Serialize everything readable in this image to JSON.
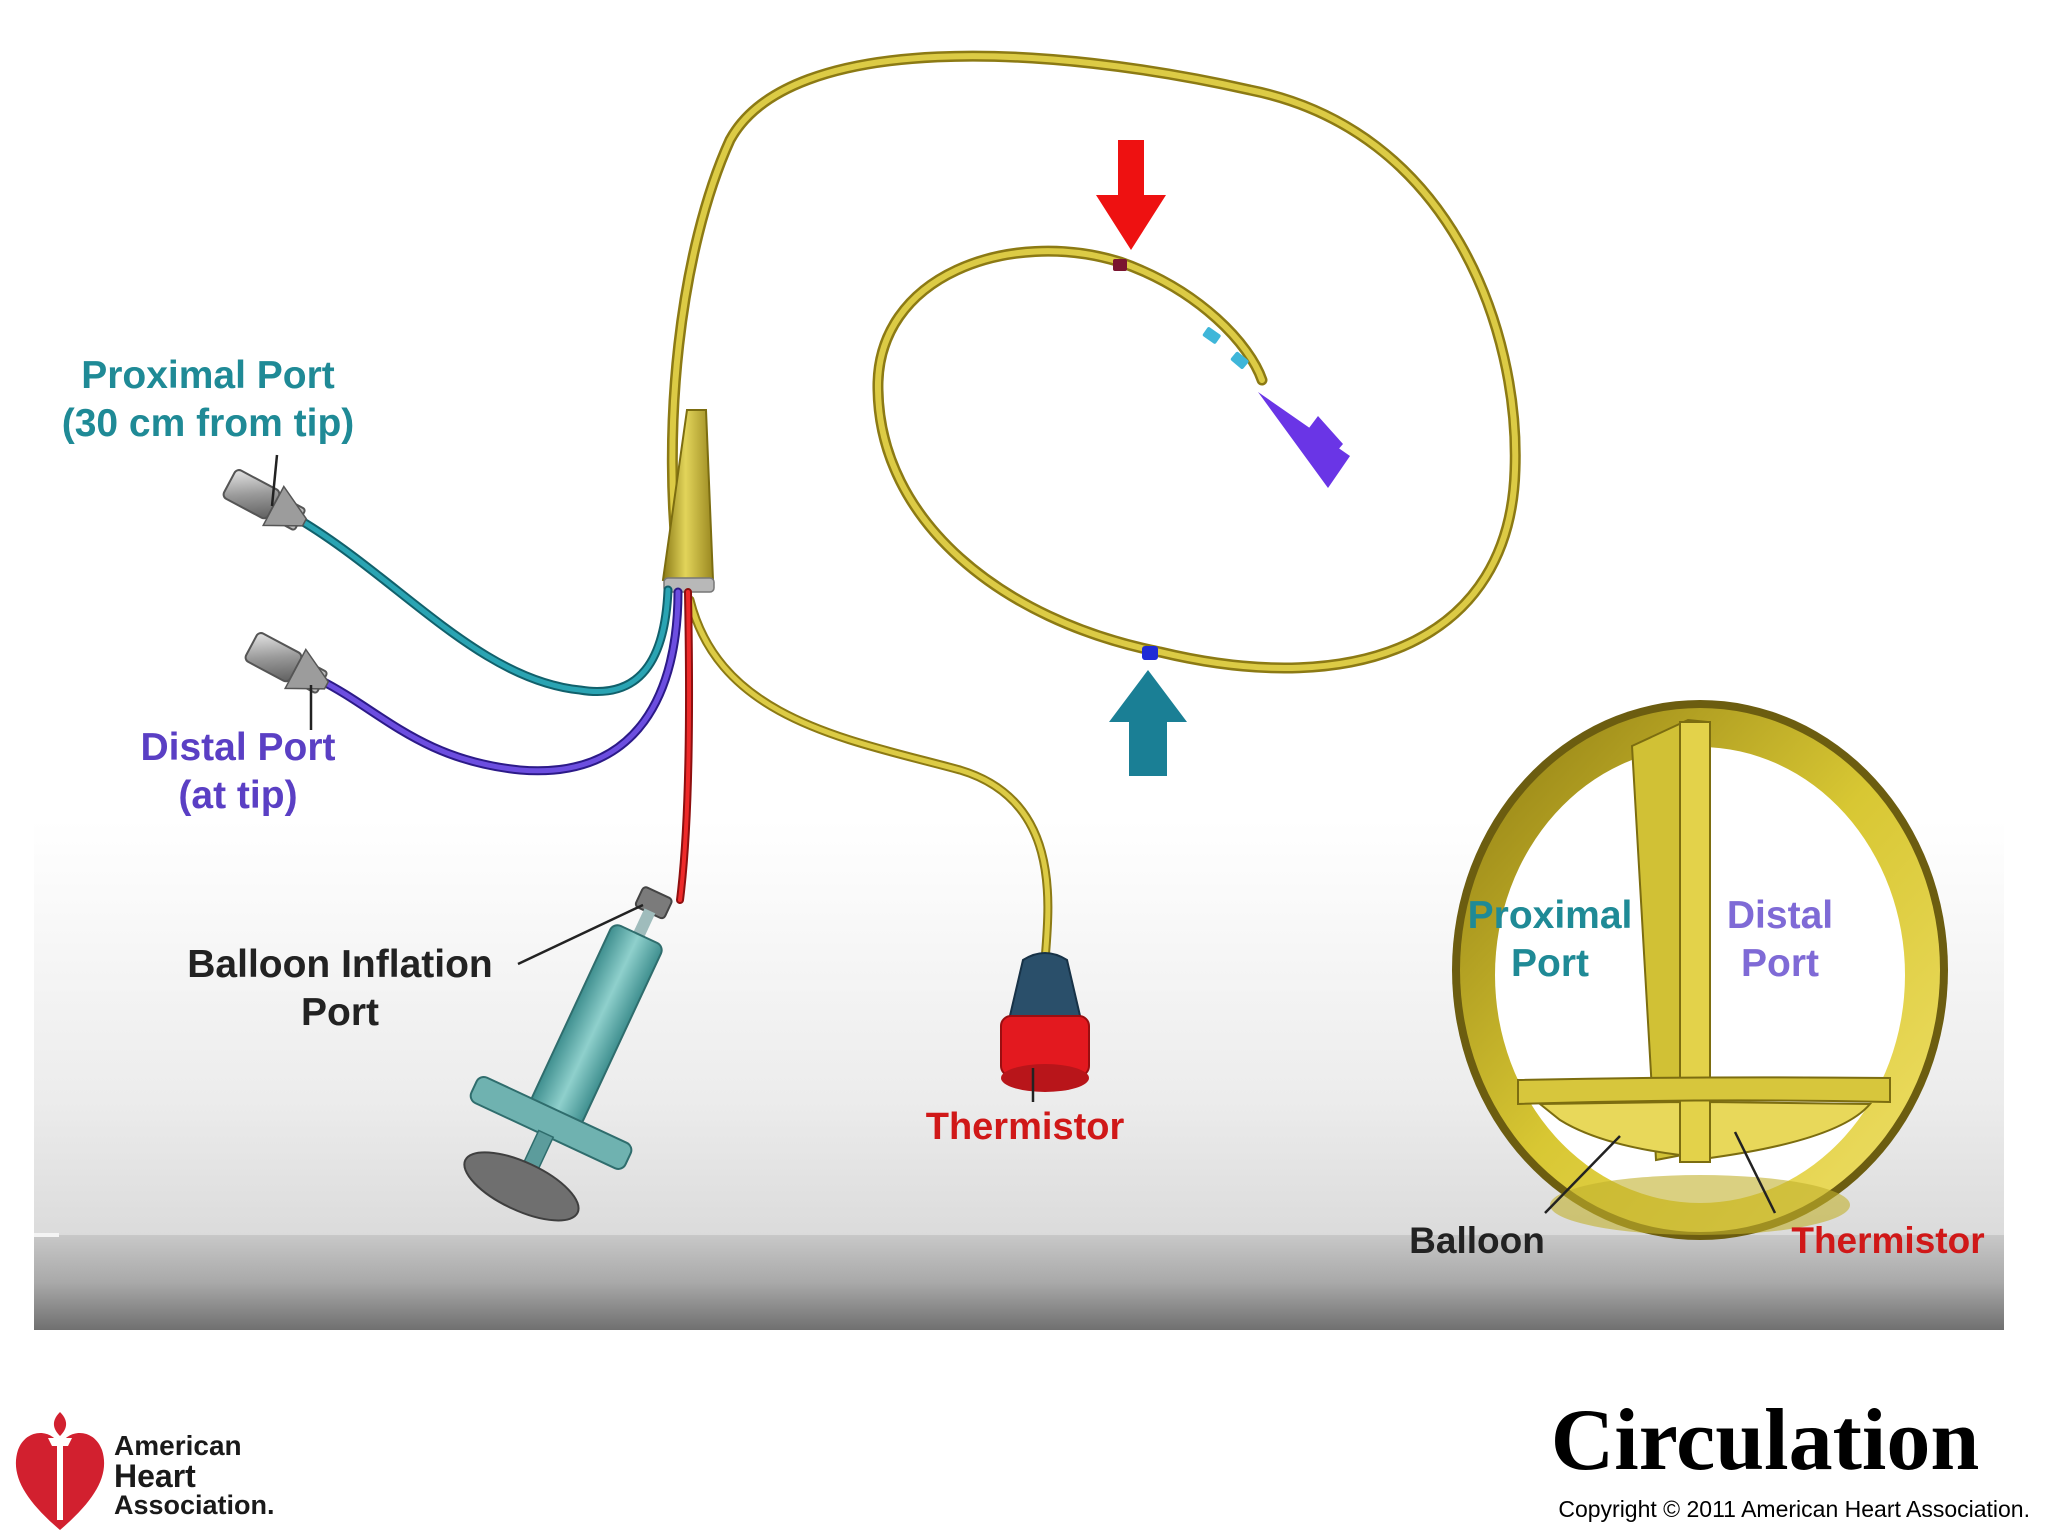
{
  "labels": {
    "proximal_port": [
      "Proximal Port",
      "(30 cm from tip)"
    ],
    "distal_port": [
      "Distal Port",
      "(at tip)"
    ],
    "balloon_inflation_port": [
      "Balloon Inflation",
      "Port"
    ],
    "thermistor": "Thermistor",
    "cross_section": {
      "proximal_port": [
        "Proximal",
        "Port"
      ],
      "distal_port": [
        "Distal",
        "Port"
      ],
      "balloon": "Balloon",
      "thermistor": "Thermistor"
    }
  },
  "footer": {
    "journal": "Circulation",
    "copyright": "Copyright © 2011 American Heart Association.",
    "logo_lines": [
      "American",
      "Heart",
      "Association."
    ]
  },
  "colors": {
    "catheter": "#c9b62d",
    "proximal": "#1f8a96",
    "distal": "#5a3fc4",
    "balloon_line": "#e01b1b",
    "thermistor_text": "#d01818",
    "label_dark": "#222222",
    "arrow_red": "#ee1111",
    "arrow_blue": "#1a7f95",
    "arrow_purple": "#6a35e6",
    "aha_red": "#d2202f"
  },
  "icons": [
    "heart-torch-logo-icon",
    "syringe-icon",
    "thermistor-connector-icon",
    "luer-connector-icon"
  ]
}
